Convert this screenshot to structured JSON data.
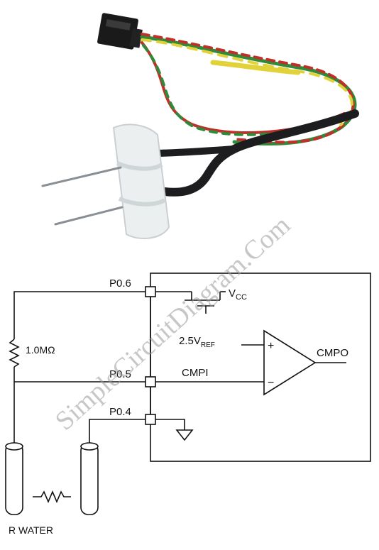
{
  "watermark": "SimpleCircuitDiagram.Com",
  "pins": {
    "p06": "P0.6",
    "p05": "P0.5",
    "p04": "P0.4"
  },
  "labels": {
    "vcc_main": "V",
    "vcc_sub": "CC",
    "vref_main": "2.5V",
    "vref_sub": "REF",
    "plus": "+",
    "minus": "−",
    "cmpo": "CMPO",
    "cmpi": "CMPI",
    "resistor": "1.0MΩ",
    "rwater": "R WATER"
  },
  "colors": {
    "wire": "#111111",
    "wire_red": "#c0302a",
    "wire_green": "#2f8a3a",
    "wire_yellow": "#e2d23a",
    "probe_body": "#eceff0",
    "cable": "#1d1d1f"
  }
}
